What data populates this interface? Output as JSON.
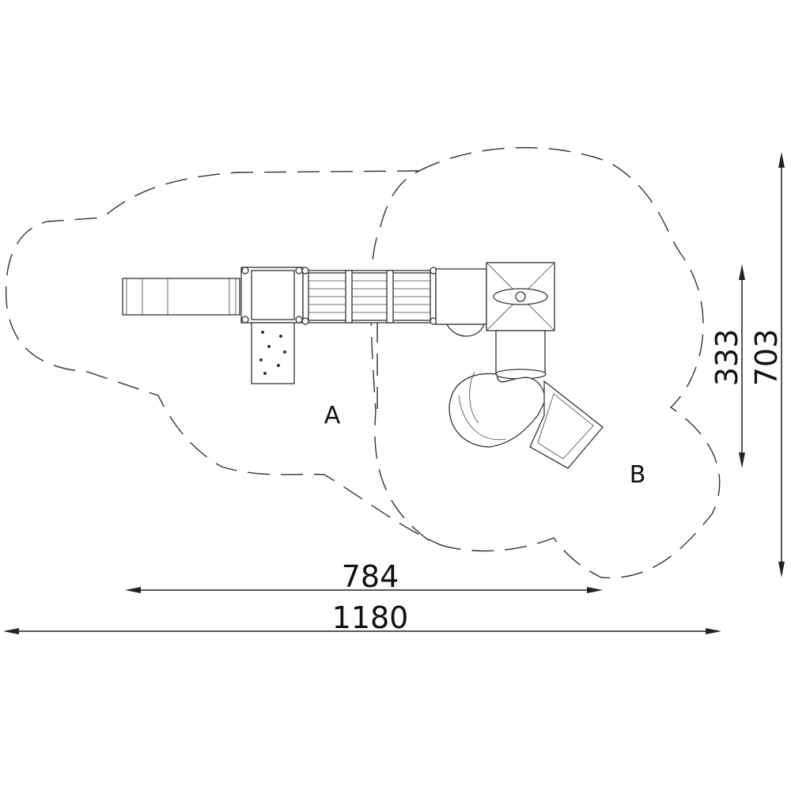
{
  "zones": {
    "a_label": "A",
    "b_label": "B"
  },
  "dimensions": {
    "width_inner": "784",
    "width_total": "1180",
    "height_inner": "333",
    "height_total": "703"
  },
  "colors": {
    "line": "#333333",
    "background": "#ffffff"
  }
}
